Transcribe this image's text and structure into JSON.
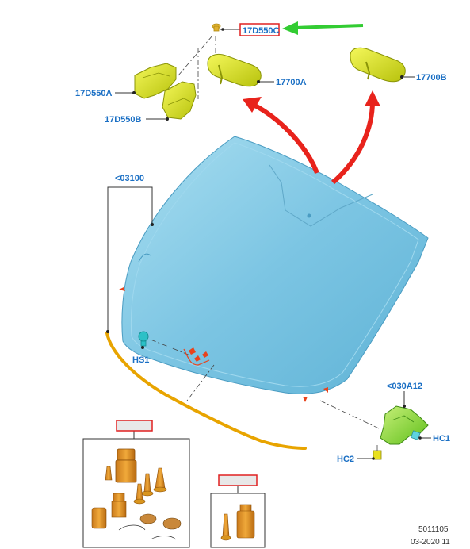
{
  "labels": {
    "part_17D550C": "17D550C",
    "part_17D550A": "17D550A",
    "part_17D550B": "17D550B",
    "part_17700A": "17700A",
    "part_17700B": "17700B",
    "part_03100": "<03100",
    "part_HS1": "HS1",
    "part_030A12": "<030A12",
    "part_HC1": "HC1",
    "part_HC2": "HC2",
    "kit_left": "",
    "kit_right": ""
  },
  "footer": {
    "ref_number": "5011105",
    "date_code": "03-2020 11"
  },
  "colors": {
    "label_blue": "#1a6fc4",
    "highlight_red": "#e02020",
    "green_arrow": "#33cc33",
    "red_arrow": "#e8231c",
    "glass": "#7fc8e6",
    "bracket_yellow": "#d9e620",
    "seal_orange": "#e8a400"
  }
}
